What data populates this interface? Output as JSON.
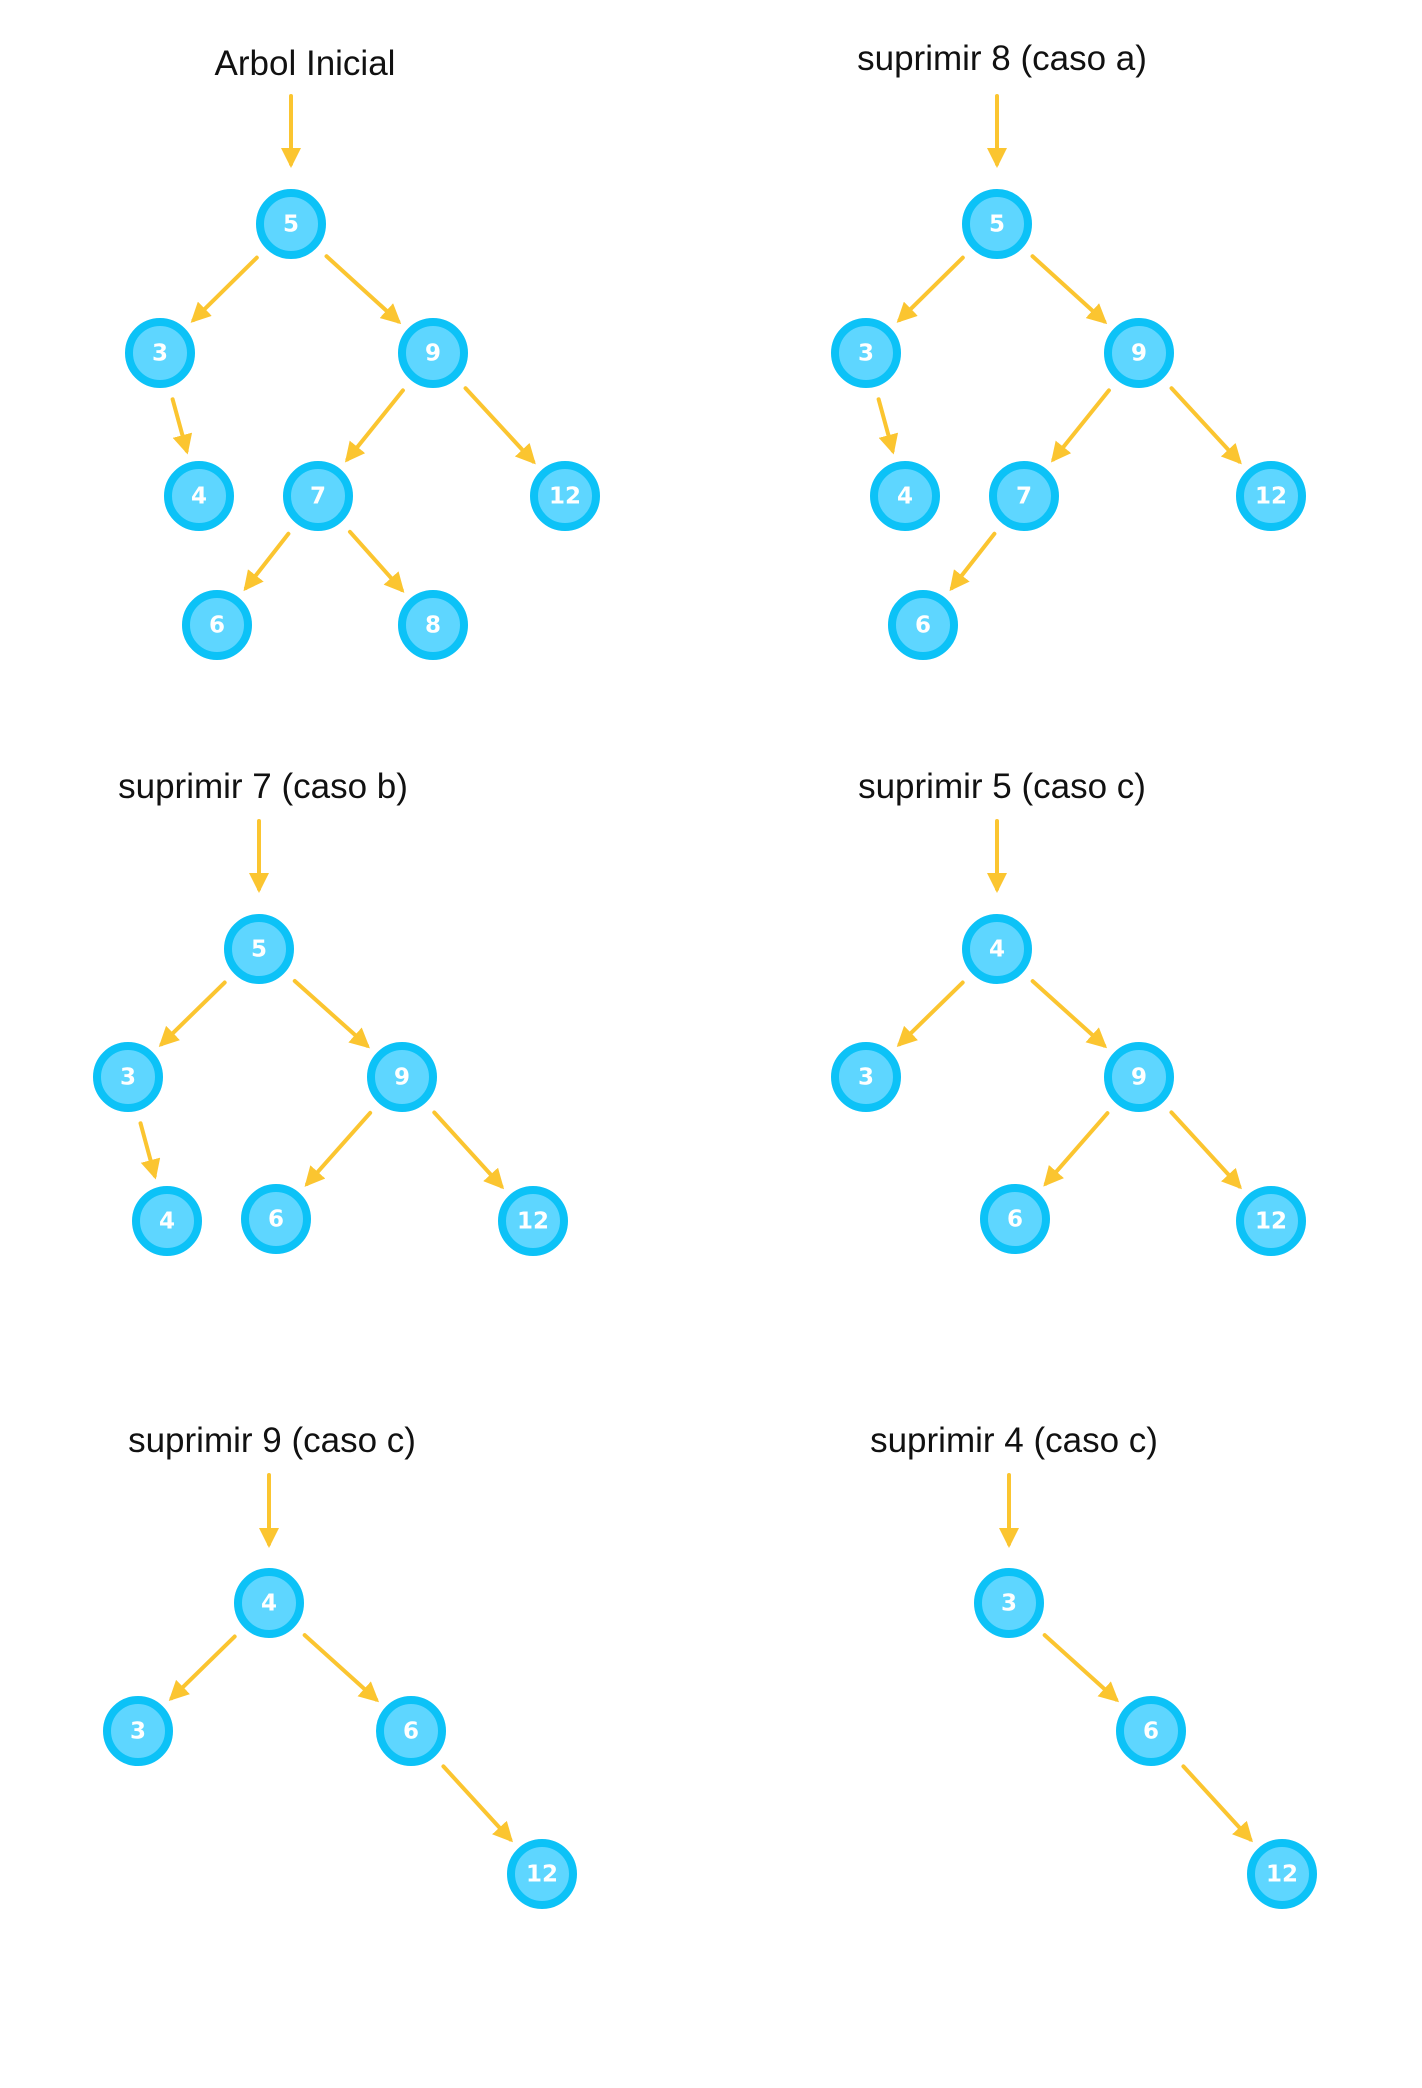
{
  "colors": {
    "node_fill": "#5ed6ff",
    "node_border": "#0cc2f7",
    "arrow": "#fbc530",
    "text": "#111111",
    "node_text": "#ffffff"
  },
  "diagrams": [
    {
      "title": "Arbol Inicial",
      "root": "5",
      "nodes": [
        {
          "id": "5",
          "label": "5"
        },
        {
          "id": "3",
          "label": "3"
        },
        {
          "id": "9",
          "label": "9"
        },
        {
          "id": "4",
          "label": "4"
        },
        {
          "id": "7",
          "label": "7"
        },
        {
          "id": "12",
          "label": "12"
        },
        {
          "id": "6",
          "label": "6"
        },
        {
          "id": "8",
          "label": "8"
        }
      ],
      "edges": [
        [
          "5",
          "3"
        ],
        [
          "5",
          "9"
        ],
        [
          "3",
          "4"
        ],
        [
          "9",
          "7"
        ],
        [
          "9",
          "12"
        ],
        [
          "7",
          "6"
        ],
        [
          "7",
          "8"
        ]
      ]
    },
    {
      "title": "suprimir 8 (caso a)",
      "root": "5",
      "nodes": [
        {
          "id": "5",
          "label": "5"
        },
        {
          "id": "3",
          "label": "3"
        },
        {
          "id": "9",
          "label": "9"
        },
        {
          "id": "4",
          "label": "4"
        },
        {
          "id": "7",
          "label": "7"
        },
        {
          "id": "12",
          "label": "12"
        },
        {
          "id": "6",
          "label": "6"
        }
      ],
      "edges": [
        [
          "5",
          "3"
        ],
        [
          "5",
          "9"
        ],
        [
          "3",
          "4"
        ],
        [
          "9",
          "7"
        ],
        [
          "9",
          "12"
        ],
        [
          "7",
          "6"
        ]
      ]
    },
    {
      "title": "suprimir 7 (caso b)",
      "root": "5",
      "nodes": [
        {
          "id": "5",
          "label": "5"
        },
        {
          "id": "3",
          "label": "3"
        },
        {
          "id": "9",
          "label": "9"
        },
        {
          "id": "4",
          "label": "4"
        },
        {
          "id": "6",
          "label": "6"
        },
        {
          "id": "12",
          "label": "12"
        }
      ],
      "edges": [
        [
          "5",
          "3"
        ],
        [
          "5",
          "9"
        ],
        [
          "3",
          "4"
        ],
        [
          "9",
          "6"
        ],
        [
          "9",
          "12"
        ]
      ]
    },
    {
      "title": "suprimir 5 (caso c)",
      "root": "4",
      "nodes": [
        {
          "id": "4",
          "label": "4"
        },
        {
          "id": "3",
          "label": "3"
        },
        {
          "id": "9",
          "label": "9"
        },
        {
          "id": "6",
          "label": "6"
        },
        {
          "id": "12",
          "label": "12"
        }
      ],
      "edges": [
        [
          "4",
          "3"
        ],
        [
          "4",
          "9"
        ],
        [
          "9",
          "6"
        ],
        [
          "9",
          "12"
        ]
      ]
    },
    {
      "title": "suprimir 9 (caso c)",
      "root": "4",
      "nodes": [
        {
          "id": "4",
          "label": "4"
        },
        {
          "id": "3",
          "label": "3"
        },
        {
          "id": "6",
          "label": "6"
        },
        {
          "id": "12",
          "label": "12"
        }
      ],
      "edges": [
        [
          "4",
          "3"
        ],
        [
          "4",
          "6"
        ],
        [
          "6",
          "12"
        ]
      ]
    },
    {
      "title": "suprimir 4 (caso c)",
      "root": "3",
      "nodes": [
        {
          "id": "3",
          "label": "3"
        },
        {
          "id": "6",
          "label": "6"
        },
        {
          "id": "12",
          "label": "12"
        }
      ],
      "edges": [
        [
          "3",
          "6"
        ],
        [
          "6",
          "12"
        ]
      ]
    }
  ]
}
